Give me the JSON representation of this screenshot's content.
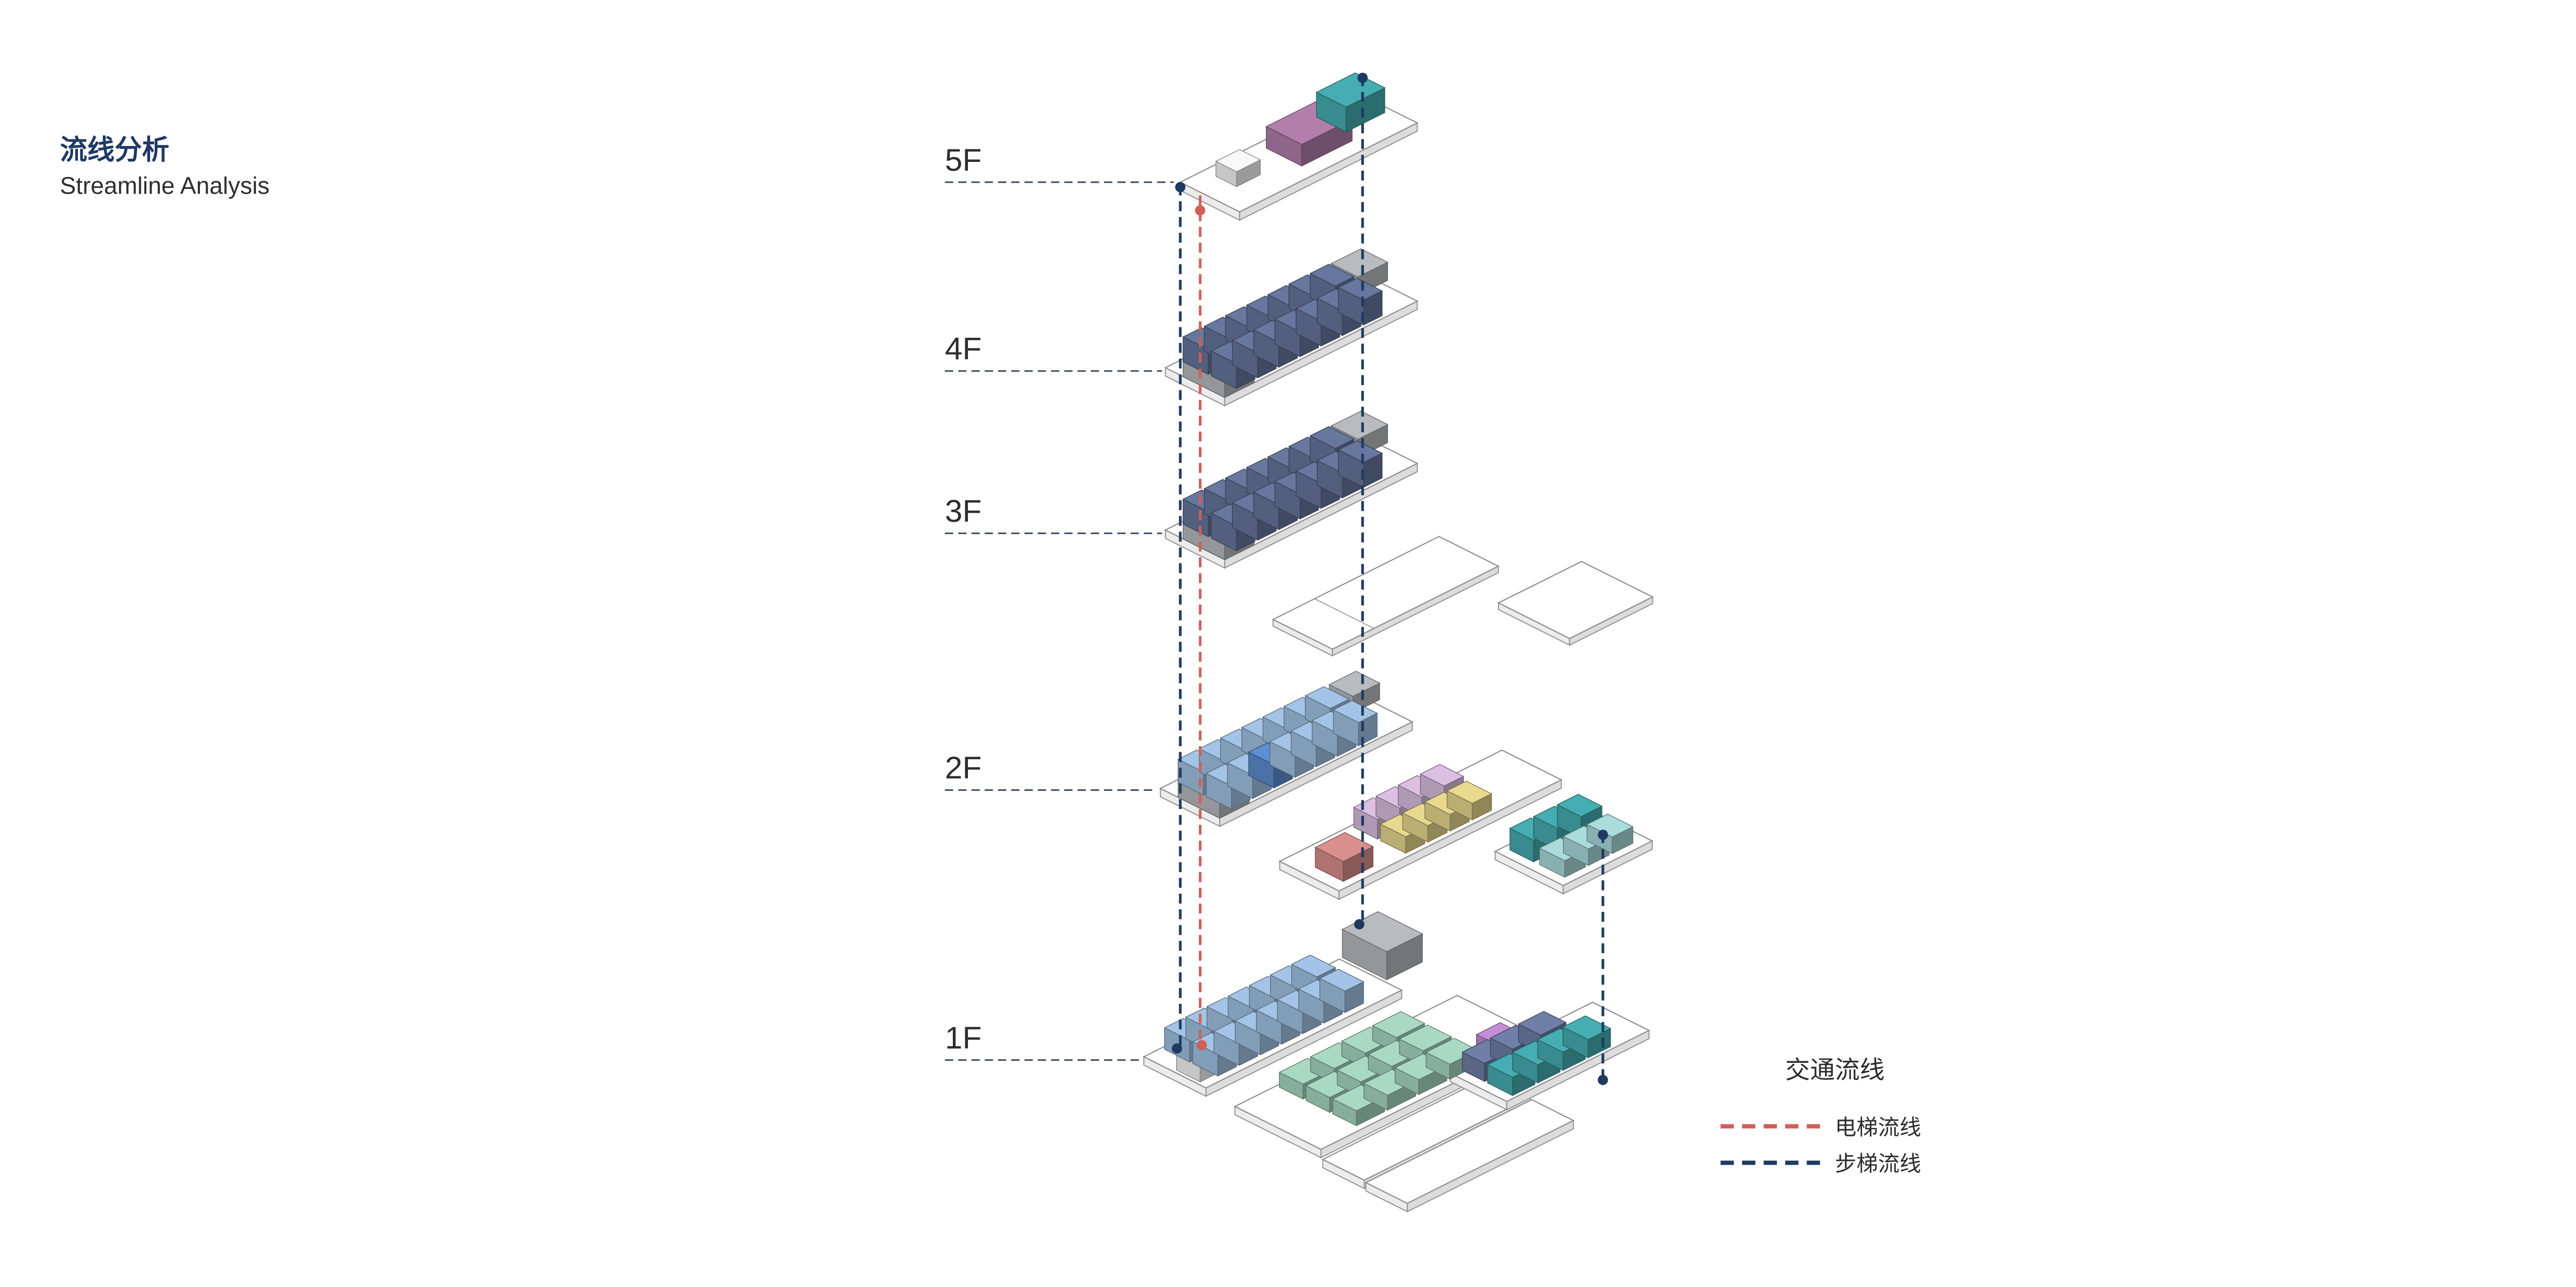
{
  "header": {
    "title_zh": "流线分析",
    "subtitle_en": "Streamline Analysis"
  },
  "floors": [
    {
      "label": "5F"
    },
    {
      "label": "4F"
    },
    {
      "label": "3F"
    },
    {
      "label": "2F"
    },
    {
      "label": "1F"
    }
  ],
  "legend": {
    "title": "交通流线",
    "items": [
      {
        "label": "电梯流线",
        "color": "#cf5f57",
        "style": "dashed",
        "meaning": "elevator-circulation"
      },
      {
        "label": "步梯流线",
        "color": "#1e3a60",
        "style": "dashed",
        "meaning": "stair-circulation"
      }
    ]
  },
  "palette": {
    "title_navy": "#1f3864",
    "text_dark": "#2d2d2d",
    "line_elevator": "#cf5f57",
    "line_stair": "#1e3a60",
    "leader_line": "#37415a",
    "slab_fill": "#ffffff",
    "slab_stroke": "#8f8f8f",
    "core_gray": "#b9bcbf",
    "block_bluegray": "#67779e",
    "block_lightblue": "#a3c4e6",
    "block_blue": "#5d8fd1",
    "block_green": "#a9d9c3",
    "block_teal": "#46aeb2",
    "block_teal_light": "#abdcdc",
    "block_pink": "#dcbfe2",
    "block_yellow": "#e9d98f",
    "block_red": "#d98f8c",
    "block_mauve": "#b27fad",
    "block_purple": "#c48cd6",
    "block_navy": "#6f7fa8",
    "block_white": "#f8f8f8"
  }
}
